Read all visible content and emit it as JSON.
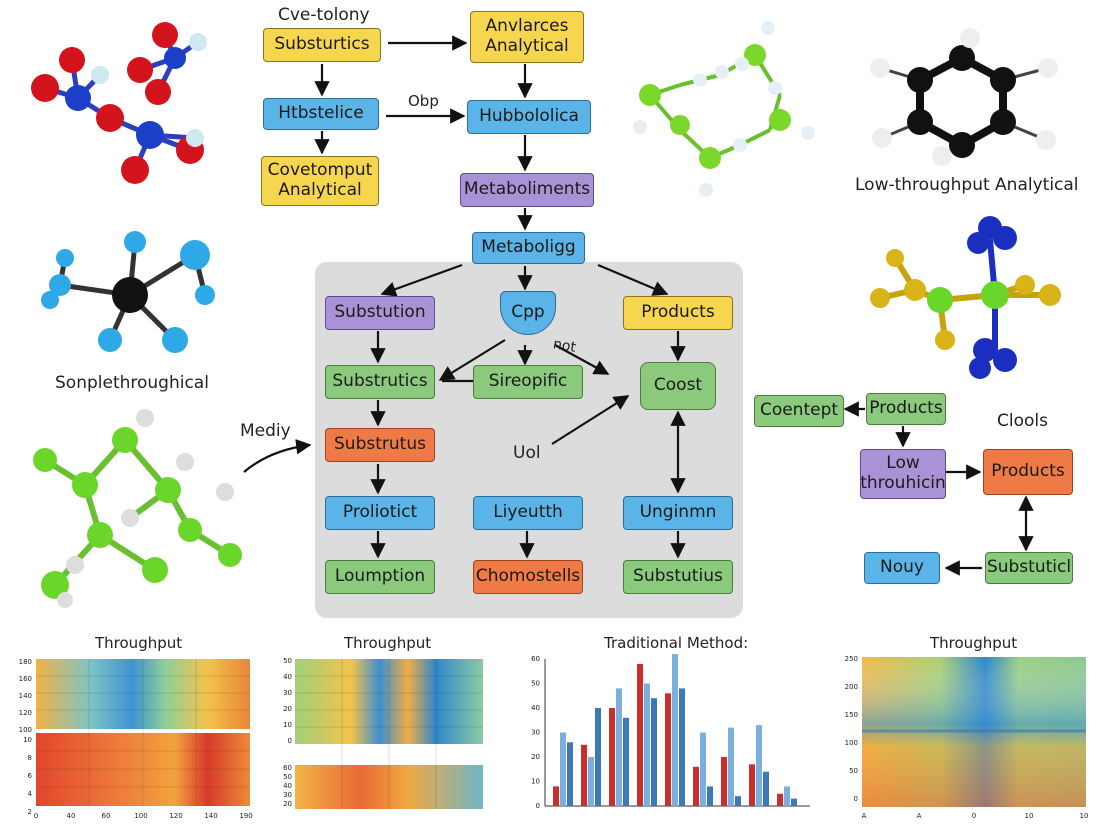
{
  "colors": {
    "yellow": "#f7d64f",
    "blue": "#5bb4e8",
    "purple": "#a993d6",
    "green": "#8bc97c",
    "orange": "#f07a45",
    "region": "#dcdcdc"
  },
  "labels": {
    "cve": "Cve-tolony",
    "obp": "Obp",
    "low_throughput": "Low-throughput Analytical",
    "sonple": "Sonplethroughical",
    "mediy": "Mediy",
    "uol": "Uol",
    "not": "not",
    "clools": "Clools"
  },
  "boxes": {
    "substurtics": "Substurtics",
    "anvlarces": "Anvlarces\nAnalytical",
    "htbstelice": "Htbstelice",
    "hubbololica": "Hubbololica",
    "covetomput": "Covetomput\nAnalytical",
    "metaboliments": "Metaboliments",
    "metaboligg": "Metaboligg",
    "substution": "Substution",
    "cpp": "Cpp",
    "products_top": "Products",
    "substrutics": "Substrutics",
    "sireopific": "Sireopific",
    "coost": "Coost",
    "substrutus": "Substrutus",
    "proliotict": "Proliotict",
    "liyeutth": "Liyeutth",
    "unginmn": "Unginmn",
    "loumption": "Loumption",
    "chomostells": "Chomostells",
    "substutius": "Substutius",
    "coentept": "Coentept",
    "products_right": "Products",
    "low_throuhicin": "Low\nthrouhicin",
    "products_orange": "Products",
    "nouy": "Nouy",
    "substuticl": "Substuticl"
  },
  "molecules": {
    "m1": "ball-and-stick molecule (red, blue, white atoms)",
    "m2": "ball-and-stick molecule (green, white atoms)",
    "m3": "ball-and-stick molecule (black, white atoms)",
    "m4": "ball-and-stick molecule (black, blue atoms)",
    "m5": "ball-and-stick molecule (yellow, green, blue atoms)",
    "m6": "ball-and-stick molecule (green, white atoms)"
  },
  "chart_data": [
    {
      "type": "heatmap",
      "title": "Throughput",
      "panels": [
        {
          "y_ticks": [
            "180",
            "160",
            "140",
            "120",
            "100"
          ]
        },
        {
          "y_ticks": [
            "10",
            "8",
            "6",
            "4",
            "2"
          ]
        }
      ],
      "x_ticks": [
        "0",
        "40",
        "60",
        "100",
        "120",
        "140",
        "190"
      ]
    },
    {
      "type": "heatmap",
      "title": "Throughput",
      "panels": [
        {
          "y_ticks": [
            "50",
            "40",
            "30",
            "20",
            "10",
            "0"
          ]
        },
        {
          "y_ticks": [
            "60",
            "50",
            "40",
            "30",
            "20"
          ]
        }
      ]
    },
    {
      "type": "bar",
      "title": "Traditional Method:",
      "y_ticks": [
        "0",
        "10",
        "20",
        "30",
        "40",
        "50",
        "60"
      ],
      "ylim": [
        0,
        60
      ],
      "series": [
        {
          "color": "#c9302c",
          "values": [
            8,
            25,
            40,
            58,
            46,
            16,
            20,
            17,
            5
          ]
        },
        {
          "color": "#7ab0e0",
          "values": [
            30,
            20,
            48,
            50,
            62,
            30,
            32,
            33,
            8
          ]
        },
        {
          "color": "#3e78b8",
          "values": [
            26,
            40,
            36,
            44,
            48,
            8,
            4,
            14,
            3
          ]
        }
      ]
    },
    {
      "type": "heatmap",
      "title": "Throughput",
      "y_ticks": [
        "250",
        "200",
        "150",
        "100",
        "50",
        "0"
      ],
      "x_ticks": [
        "A",
        "A",
        "0",
        "10",
        "10"
      ]
    }
  ]
}
